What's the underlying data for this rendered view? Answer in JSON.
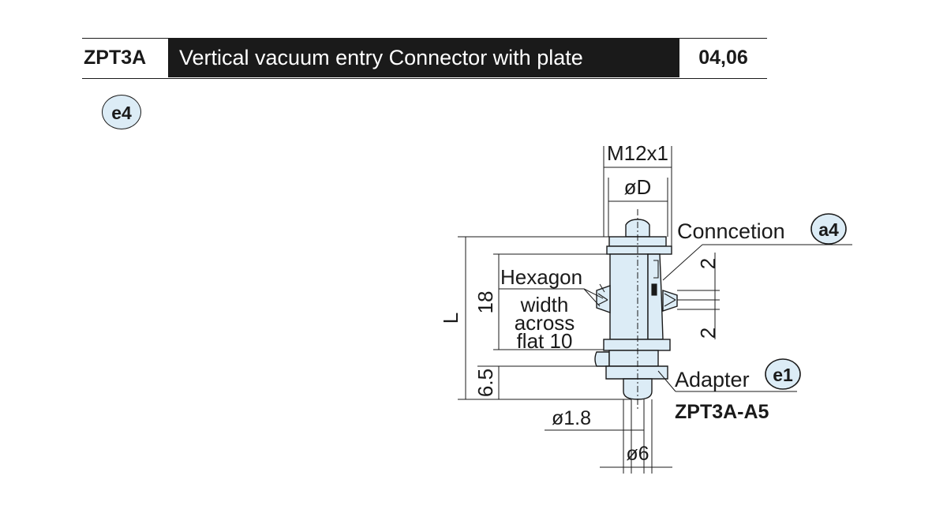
{
  "header": {
    "code": "ZPT3A",
    "title": "Vertical vacuum entry Connector with plate",
    "sizes": "04,06"
  },
  "section_badge": "e4",
  "diagram": {
    "thread": "M12x1",
    "diameter": "øD",
    "connection_label": "Conncetion",
    "connection_badge": "a4",
    "hexagon_line1": "Hexagon",
    "hexagon_line2": "width",
    "hexagon_line3": "across",
    "hexagon_line4": "flat 10",
    "dim_L": "L",
    "dim_18": "18",
    "dim_6_5": "6.5",
    "dim_2_top": "2",
    "dim_2_bottom": "2",
    "adapter_label": "Adapter",
    "adapter_badge": "e1",
    "adapter_part": "ZPT3A-A5",
    "dia_hole": "ø1.8",
    "dia_outer": "ø6"
  },
  "colors": {
    "part_fill": "#dcecf6",
    "ink": "#1a1a1a"
  }
}
